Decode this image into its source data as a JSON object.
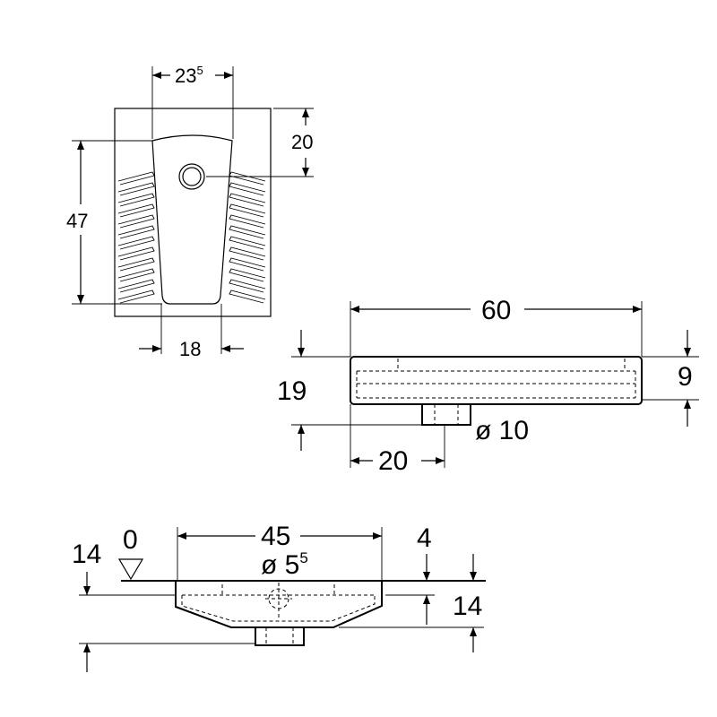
{
  "top_view": {
    "dim_top_width": {
      "main": "23",
      "sup": "5"
    },
    "dim_right_height": "20",
    "dim_left_height": "47",
    "dim_bottom_width": "18"
  },
  "side_view": {
    "dim_length": "60",
    "dim_total_height": "19",
    "dim_body_height": "9",
    "dim_outlet_diameter": "ø 10",
    "dim_outlet_offset": "20"
  },
  "section_view": {
    "dim_floor_depth": "14",
    "dim_level_zero": "0",
    "dim_width": "45",
    "dim_outlet_diameter": {
      "main": "ø 5",
      "sup": "5"
    },
    "dim_rim": "4",
    "dim_depth": "14"
  }
}
